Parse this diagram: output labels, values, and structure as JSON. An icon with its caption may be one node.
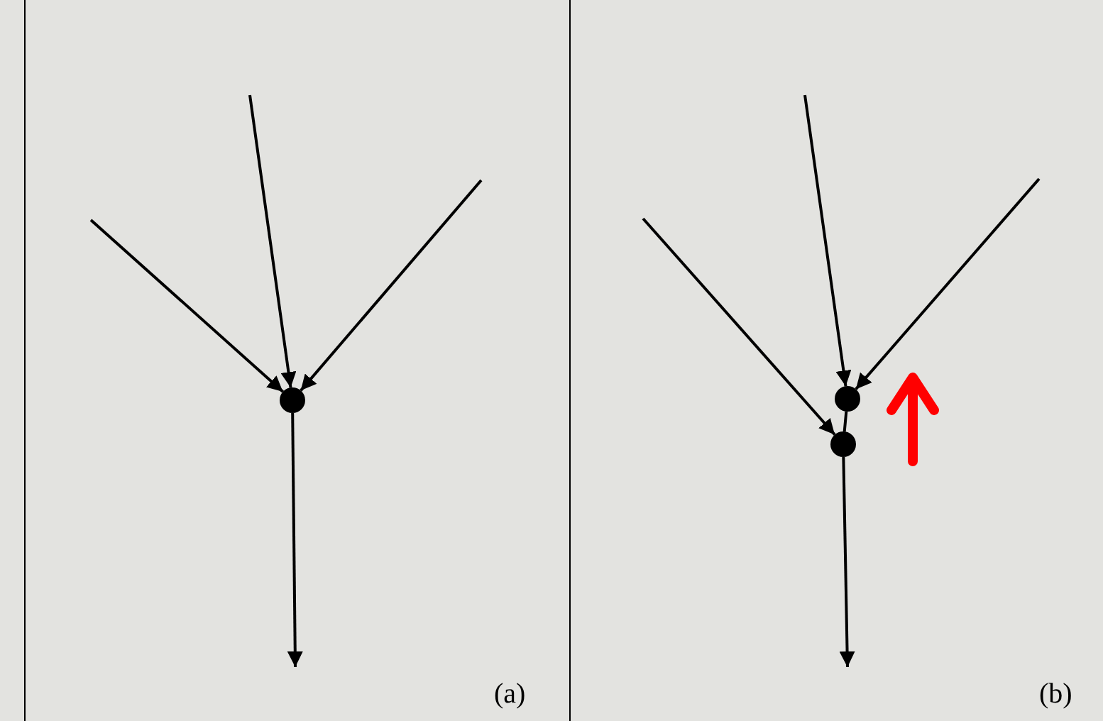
{
  "diagram": {
    "nodes": [
      {
        "text": [
          "(a)"
        ]
      },
      {
        "text": [],
        "shape": "circle",
        "in": 0
      },
      {
        "text": [
          "(b)"
        ]
      },
      {
        "text": [],
        "shape": "circle",
        "in": 2
      },
      {
        "text": [],
        "shape": "circle",
        "in": 2
      }
    ],
    "edges": [
      {
        "from": null,
        "to": 1,
        "arrow": "to"
      },
      {
        "from": null,
        "to": 1,
        "arrow": "to"
      },
      {
        "from": null,
        "to": 1,
        "arrow": "to"
      },
      {
        "from": 1,
        "to": null,
        "arrow": "to"
      },
      {
        "from": null,
        "to": 3,
        "arrow": "to"
      },
      {
        "from": null,
        "to": 3,
        "arrow": "to"
      },
      {
        "from": null,
        "to": 4,
        "arrow": "to"
      },
      {
        "from": 3,
        "to": 4,
        "arrow": "none"
      },
      {
        "from": 4,
        "to": null,
        "arrow": "to"
      }
    ]
  }
}
